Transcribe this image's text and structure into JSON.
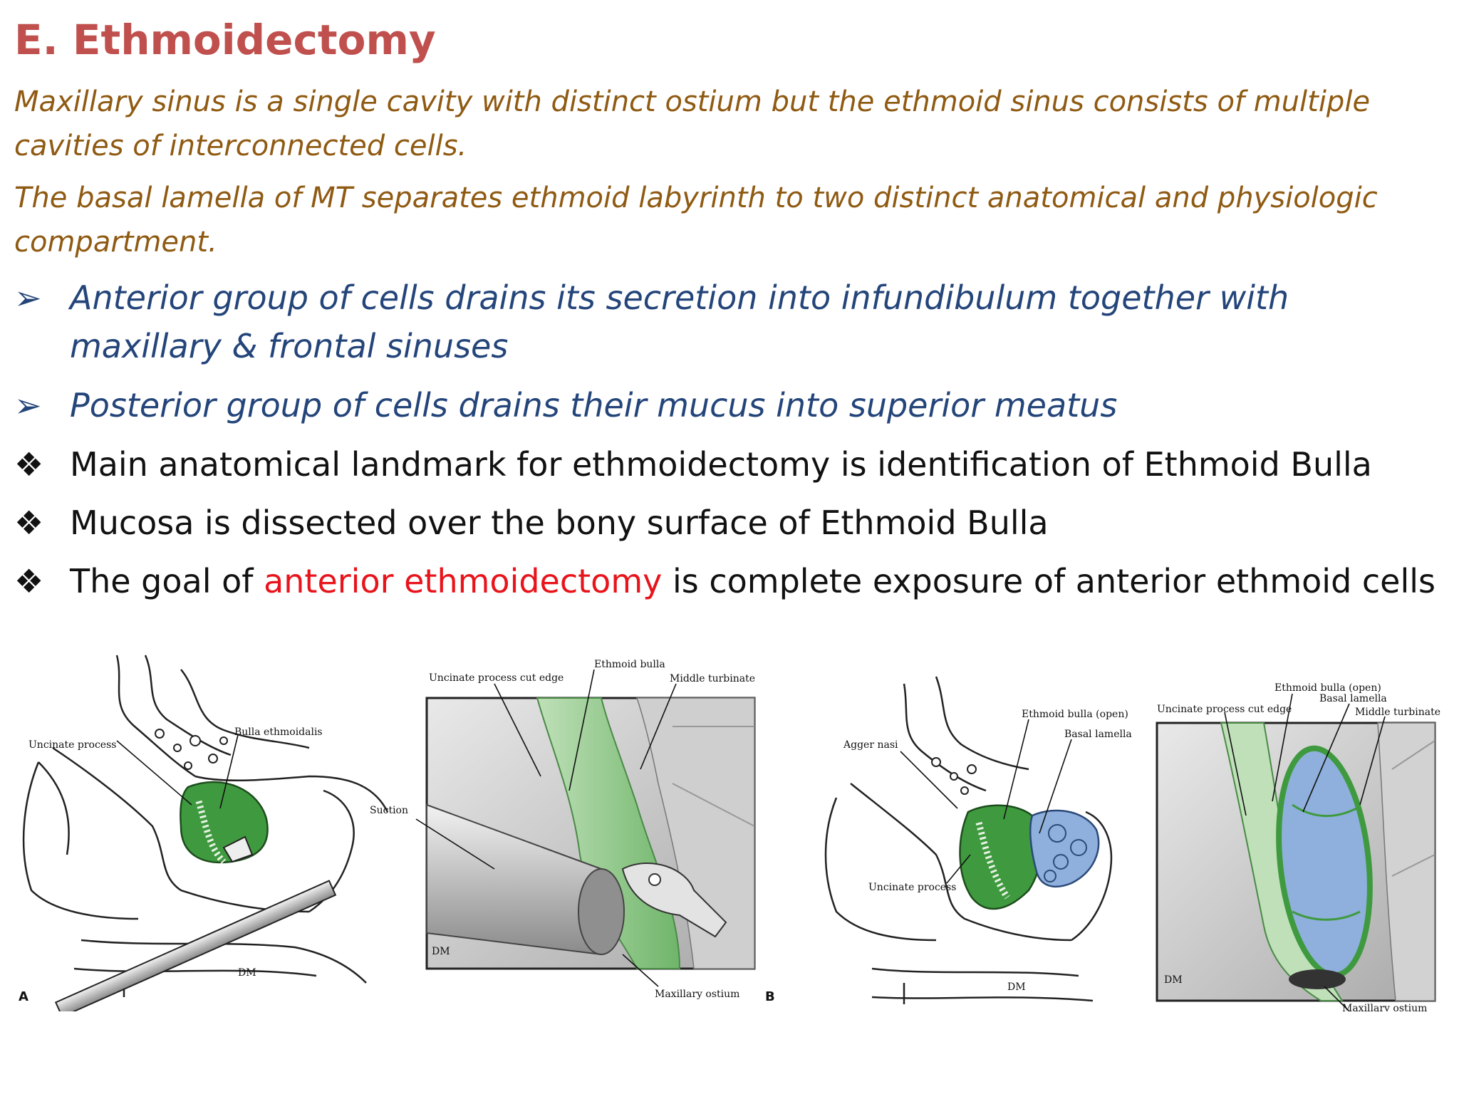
{
  "slide": {
    "title": "E. Ethmoidectomy",
    "intro": [
      "Maxillary sinus is a single cavity with distinct ostium but the ethmoid sinus consists of multiple cavities of interconnected cells.",
      "The basal lamella of MT separates ethmoid labyrinth to two distinct anatomical and physiologic compartment."
    ],
    "arrow_bullets": [
      "Anterior group of cells drains its secretion into infundibulum together with maxillary & frontal sinuses",
      "Posterior group of cells drains their mucus into superior meatus"
    ],
    "diamond_bullets": [
      "Main anatomical landmark for ethmoidectomy is identification of Ethmoid Bulla",
      "Mucosa is dissected over the bony surface of Ethmoid Bulla"
    ],
    "goal_bullet": {
      "before": "The goal of ",
      "highlight": "anterior ethmoidectomy",
      "after": " is complete exposure of anterior ethmoid cells"
    }
  },
  "figure": {
    "panel_a": {
      "letter": "A",
      "labels": {
        "uncinate": "Uncinate process",
        "bulla": "Bulla ethmoidalis",
        "suction": "Suction",
        "signature": "DM"
      }
    },
    "panel_a_zoom": {
      "labels": {
        "uncinate_cut": "Uncinate process cut edge",
        "bulla": "Ethmoid bulla",
        "middle_turbinate": "Middle turbinate",
        "maxillary_ostium": "Maxillary ostium",
        "signature": "DM"
      }
    },
    "panel_b": {
      "letter": "B",
      "labels": {
        "agger": "Agger nasi",
        "bulla_open": "Ethmoid bulla (open)",
        "basal": "Basal lamella",
        "uncinate": "Uncinate process",
        "signature": "DM"
      }
    },
    "panel_b_zoom": {
      "labels": {
        "uncinate_cut": "Uncinate process cut edge",
        "bulla_open": "Ethmoid bulla (open)",
        "basal": "Basal lamella",
        "middle_turbinate": "Middle turbinate",
        "maxillary_ostium": "Maxillary ostium",
        "signature": "DM"
      }
    },
    "colors": {
      "text_title": "#c0504d",
      "text_intro": "#8f5a12",
      "text_arrow_bullets": "#24457a",
      "text_highlight": "#e8141b",
      "anterior_cells": "#3f9a3f",
      "posterior_cells": "#8fb0dc"
    }
  }
}
